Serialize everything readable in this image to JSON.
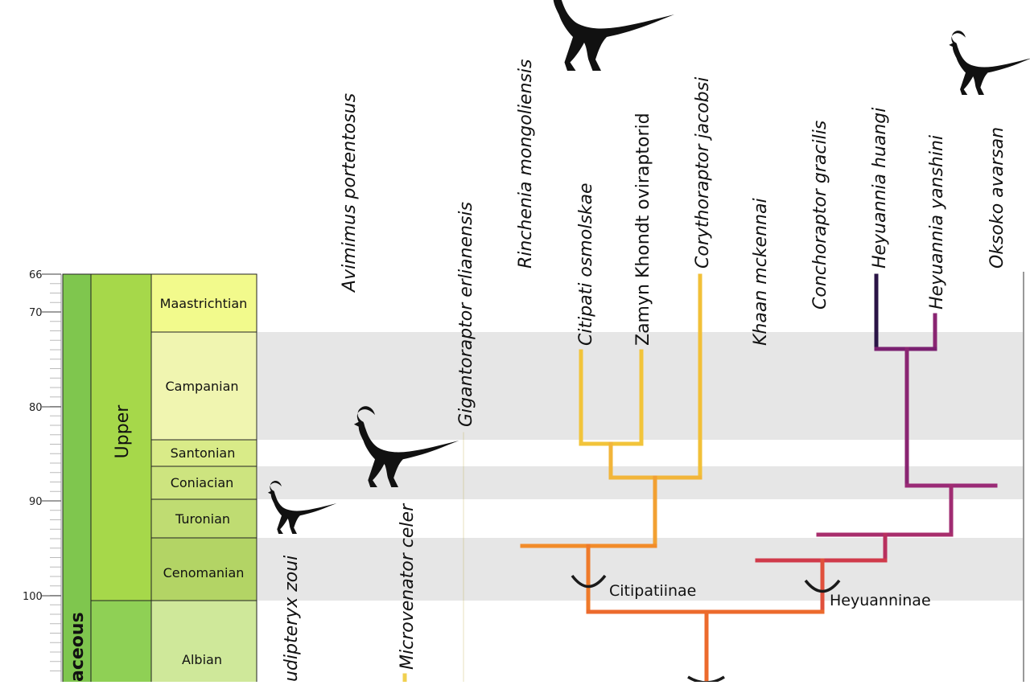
{
  "time_axis": {
    "ticks": [
      "66",
      "70",
      "80",
      "90",
      "100"
    ]
  },
  "time_scale": {
    "period": "aceous",
    "series_upper": "Upper",
    "stages": [
      "Maastrichtian",
      "Campanian",
      "Santonian",
      "Coniacian",
      "Turonian",
      "Cenomanian",
      "Albian"
    ]
  },
  "taxa": {
    "caudipteryx": "udipteryx zoui",
    "avimimus": "Avimimus portentosus",
    "microvenator": "Microvenator celer",
    "gigantoraptor": "Gigantoraptor erlianensis",
    "rinchenia": "Rinchenia mongoliensis",
    "citipati": "Citipati osmolskae",
    "zamyn_khondt": "Zamyn Khondt oviraptorid",
    "corythoraptor": "Corythoraptor jacobsi",
    "khaan": "Khaan mckennai",
    "conchoraptor": "Conchoraptor gracilis",
    "heyuannia_huangi": "Heyuannia huangi",
    "heyuannia_yanshini": "Heyuannia yanshini",
    "oksoko": "Oksoko avarsan"
  },
  "clades": {
    "citipatiinae": "Citipatiinae",
    "heyuanninae": "Heyuanninae"
  },
  "colors": {
    "zone_band": "#e6e6e6",
    "maastrichtian": "#f2fa8c",
    "campanian": "#f0f5b0",
    "santonian": "#d9eb88",
    "coniacian": "#cde47f",
    "turonian": "#bfdc72",
    "cenomanian": "#b3d465",
    "albian": "#cfe89a",
    "upper": "#a6d84a",
    "period": "#7fc64e"
  }
}
